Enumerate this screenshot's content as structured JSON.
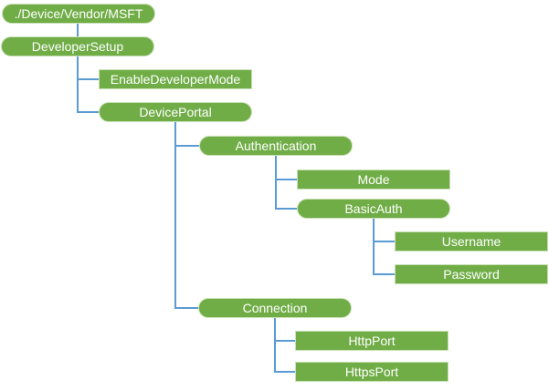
{
  "diagram": {
    "type": "tree",
    "colors": {
      "node_fill": "#70AD47",
      "node_border": "#C9E0B6",
      "node_text": "#FFFFFF",
      "connector": "#5B9BD5",
      "background": "#FFFFFF"
    },
    "nodes": [
      {
        "label": "./Device/Vendor/MSFT",
        "shape": "pill"
      },
      {
        "label": "DeveloperSetup",
        "shape": "pill"
      },
      {
        "label": "EnableDeveloperMode",
        "shape": "rect"
      },
      {
        "label": "DevicePortal",
        "shape": "pill"
      },
      {
        "label": "Authentication",
        "shape": "pill"
      },
      {
        "label": "Mode",
        "shape": "rect"
      },
      {
        "label": "BasicAuth",
        "shape": "pill"
      },
      {
        "label": "Username",
        "shape": "rect"
      },
      {
        "label": "Password",
        "shape": "rect"
      },
      {
        "label": "Connection",
        "shape": "pill"
      },
      {
        "label": "HttpPort",
        "shape": "rect"
      },
      {
        "label": "HttpsPort",
        "shape": "rect"
      }
    ],
    "hierarchy": {
      "./Device/Vendor/MSFT": [
        "DeveloperSetup"
      ],
      "DeveloperSetup": [
        "EnableDeveloperMode",
        "DevicePortal"
      ],
      "DevicePortal": [
        "Authentication",
        "Connection"
      ],
      "Authentication": [
        "Mode",
        "BasicAuth"
      ],
      "BasicAuth": [
        "Username",
        "Password"
      ],
      "Connection": [
        "HttpPort",
        "HttpsPort"
      ]
    }
  }
}
